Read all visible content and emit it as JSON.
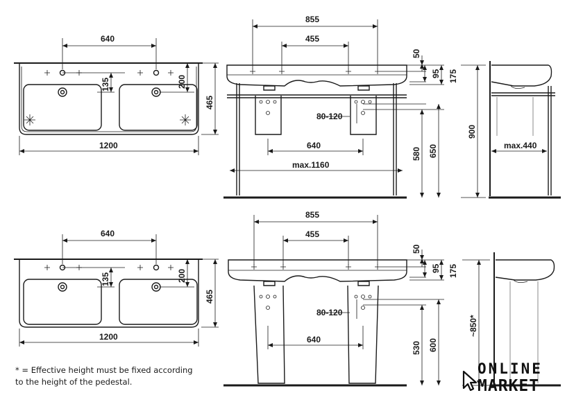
{
  "dims": {
    "top_width_640": "640",
    "top_135": "135",
    "top_200": "200",
    "top_465": "465",
    "top_1200": "1200",
    "top_855": "855",
    "top_455": "455",
    "top_50": "50",
    "top_95": "95",
    "top_175": "175",
    "top_80_120": "80-120",
    "top_pedestal_640": "640",
    "top_max1160": "max.1160",
    "top_580": "580",
    "top_650": "650",
    "top_900": "900",
    "top_max440": "max.440",
    "bot_width_640": "640",
    "bot_135": "135",
    "bot_200": "200",
    "bot_465": "465",
    "bot_1200": "1200",
    "bot_855": "855",
    "bot_455": "455",
    "bot_50": "50",
    "bot_95": "95",
    "bot_175": "175",
    "bot_80_120": "80-120",
    "bot_pedestal_640": "640",
    "bot_530": "530",
    "bot_600": "600",
    "bot_850": "~850*"
  },
  "footnote": {
    "line1": "* = Effective height must be fixed according",
    "line2": "to the height of the pedestal."
  },
  "logo": {
    "line1": "ONLINE",
    "line2": "MARKET"
  },
  "colors": {
    "line": "#1a1a1a",
    "background": "#ffffff"
  }
}
